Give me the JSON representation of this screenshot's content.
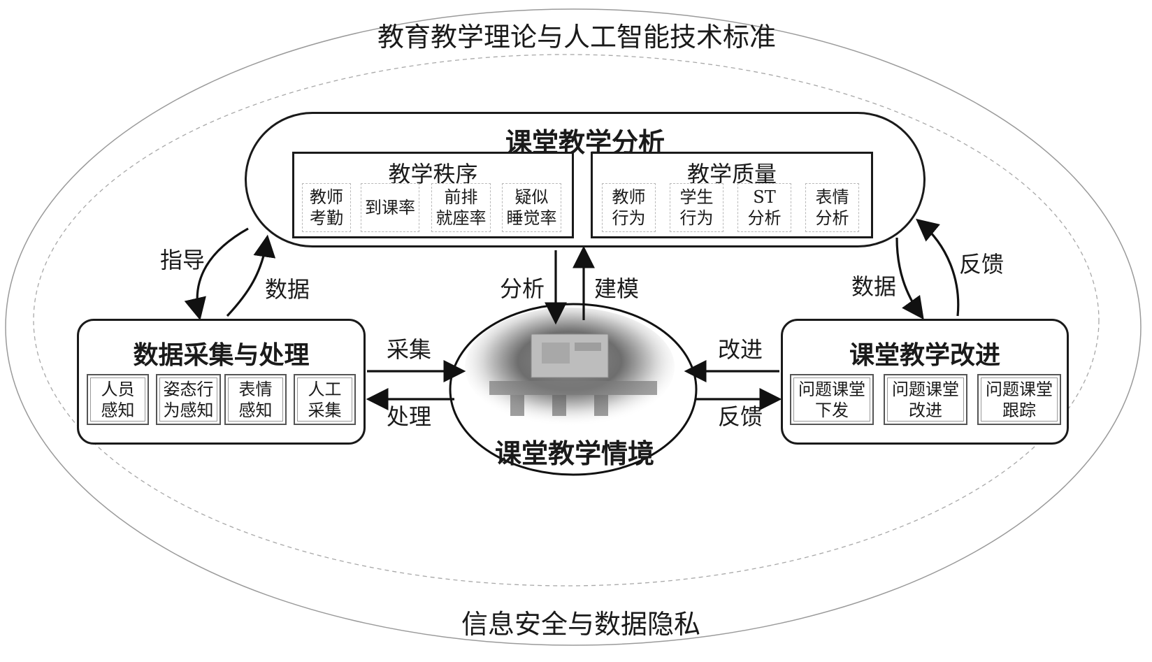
{
  "outer": {
    "top_label": "教育教学理论与人工智能技术标准",
    "bottom_label": "信息安全与数据隐私"
  },
  "analysis": {
    "title": "课堂教学分析",
    "order": {
      "title": "教学秩序",
      "items": [
        "教师\n考勤",
        "到课率",
        "前排\n就座率",
        "疑似\n睡觉率"
      ]
    },
    "quality": {
      "title": "教学质量",
      "items": [
        "教师\n行为",
        "学生\n行为",
        "ST\n分析",
        "表情\n分析"
      ]
    }
  },
  "collection": {
    "title": "数据采集与处理",
    "items": [
      "人员\n感知",
      "姿态行\n为感知",
      "表情\n感知",
      "人工\n采集"
    ]
  },
  "improvement": {
    "title": "课堂教学改进",
    "items": [
      "问题课堂\n下发",
      "问题课堂\n改进",
      "问题课堂\n跟踪"
    ]
  },
  "context": {
    "title": "课堂教学情境"
  },
  "arrows": {
    "guide": "指导",
    "data_left": "数据",
    "analyze": "分析",
    "model": "建模",
    "data_right": "数据",
    "feedback_top": "反馈",
    "collect": "采集",
    "process": "处理",
    "improve": "改进",
    "feedback_bottom": "反馈"
  }
}
